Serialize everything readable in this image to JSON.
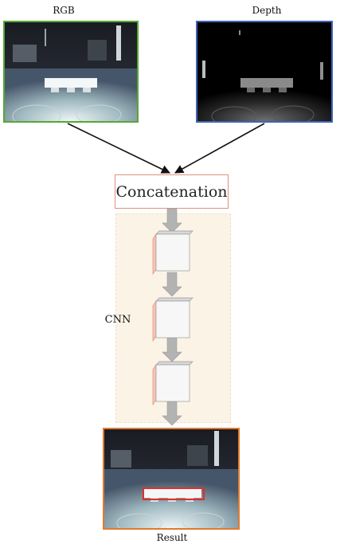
{
  "labels": {
    "rgb": "RGB",
    "depth": "Depth",
    "concatenation": "Concatenation",
    "cnn": "CNN",
    "result": "Result"
  },
  "colors": {
    "rgb_border": "#55a832",
    "depth_border": "#3e65b8",
    "result_border": "#e07a2e",
    "detection_box": "#e0302a",
    "concat_border": "#e2917d",
    "cnn_background": "#fbf3e6",
    "flow_arrow": "#b0b0b0"
  },
  "diagram": {
    "cnn_blocks": 3,
    "flow": [
      "RGB",
      "Depth",
      "Concatenation",
      "CNN",
      "Result"
    ]
  }
}
